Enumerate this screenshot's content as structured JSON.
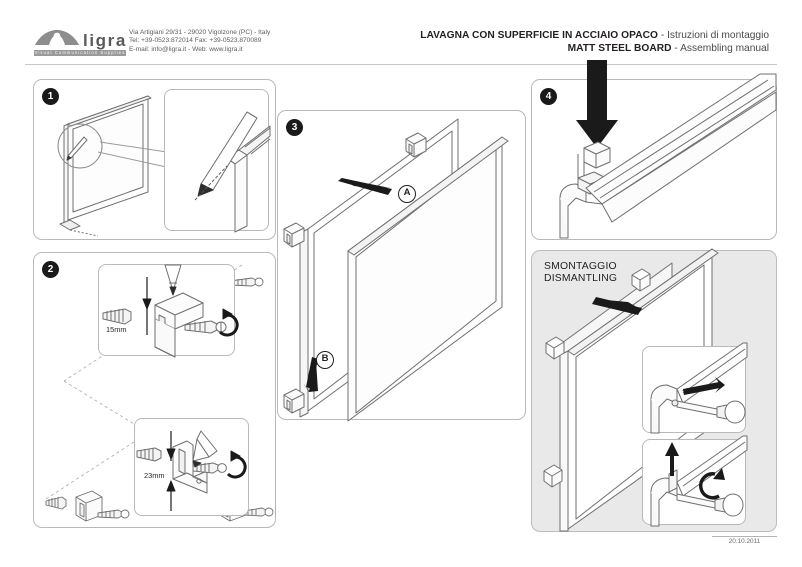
{
  "document": {
    "footer_date": "20.10.2011"
  },
  "header": {
    "logo": {
      "wordmark": "ligra",
      "tagline": "Visual Communication Supplies",
      "mark_icon": "ligra-arch-logo-icon"
    },
    "address": {
      "line1": "Via Artigiani 29/31 - 29020 Vigolzone (PC) - Italy",
      "line2": "Tel: +39-0523.872014 Fax: +39-0523.870089",
      "line3": "E-mail: info@ligra.it - Web: www.ligra.it"
    },
    "title": {
      "it_main": "LAVAGNA CON SUPERFICIE IN ACCIAIO OPACO",
      "it_sub": " - Istruzioni di montaggio",
      "en_main": "MATT STEEL BOARD",
      "en_sub": " - Assembling manual"
    }
  },
  "panels": {
    "step1": {
      "number": "1",
      "name": "mark-wall-positions",
      "inset_caption": "pencil-marking-detail"
    },
    "step2": {
      "number": "2",
      "name": "install-wall-brackets",
      "dimension_top": "15mm",
      "dimension_bottom": "23mm"
    },
    "step3": {
      "number": "3",
      "name": "hang-board-on-brackets",
      "callout_a": "A",
      "callout_b": "B"
    },
    "step4": {
      "number": "4",
      "name": "press-corner-cap"
    },
    "dismantling": {
      "heading_it": "SMONTAGGIO",
      "heading_en": "DISMANTLING",
      "name": "dismantling-procedure"
    }
  },
  "colors": {
    "ink": "#231f20",
    "line": "#6f6f6f",
    "panel_border": "#b9b9b9",
    "panel_grey": "#e9e9e9",
    "arrow": "#1a1a1a"
  }
}
